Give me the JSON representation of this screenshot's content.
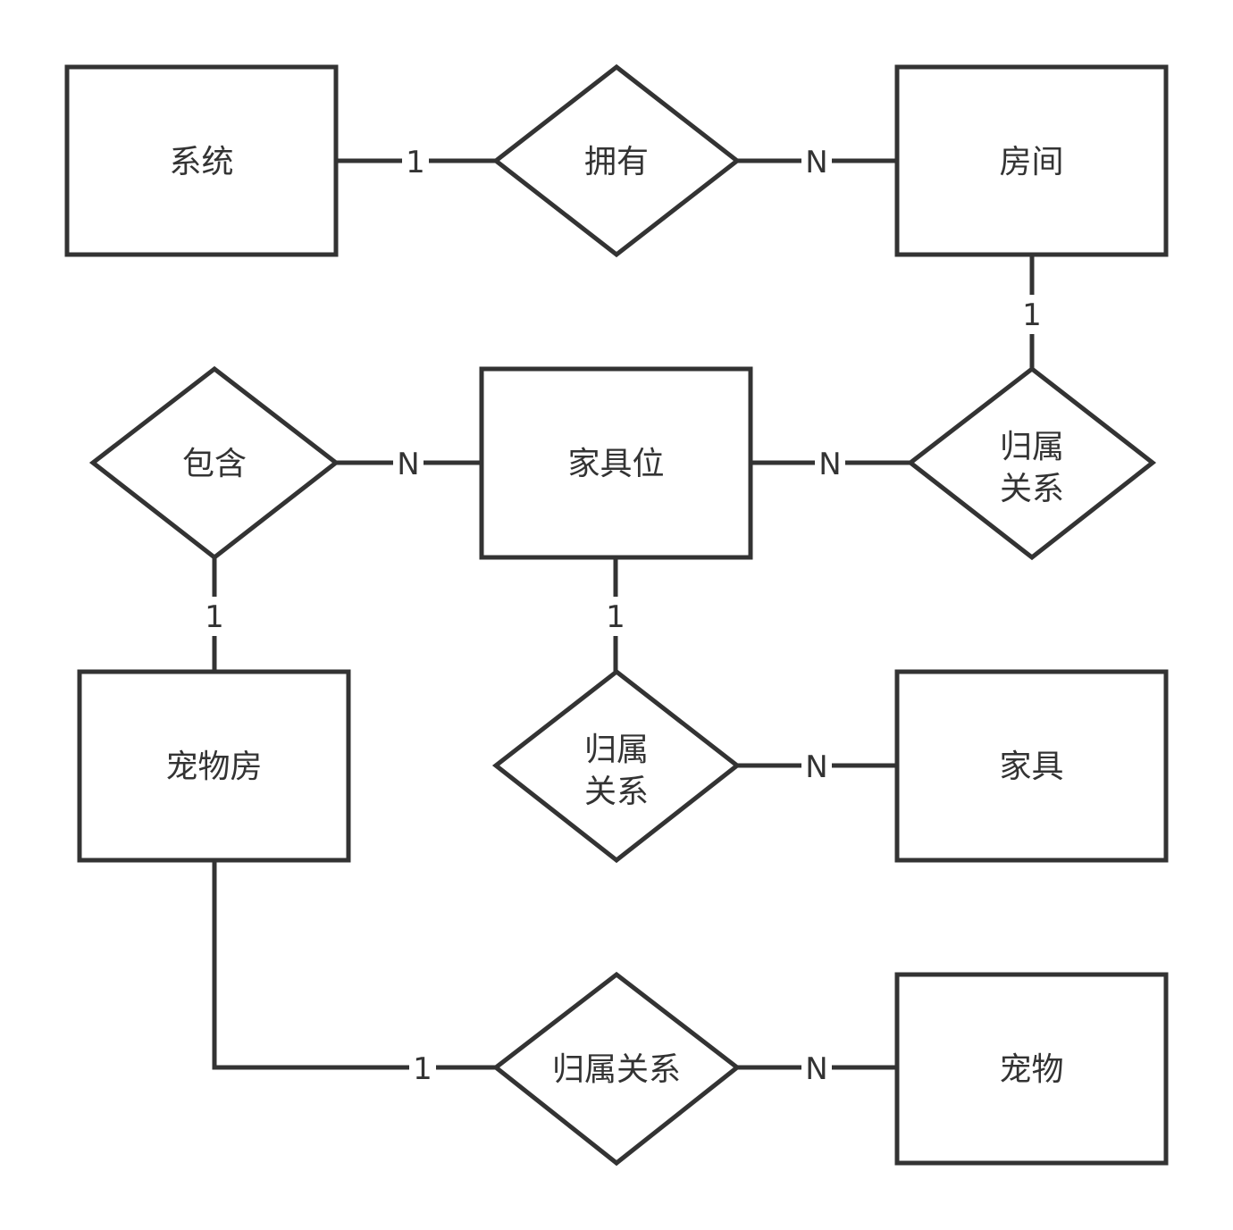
{
  "entities": {
    "system": "系统",
    "room": "房间",
    "furniture_slot": "家具位",
    "pet_room": "宠物房",
    "furniture": "家具",
    "pet": "宠物"
  },
  "relationships": {
    "has": "拥有",
    "contains": "包含",
    "belongs_room_line1": "归属",
    "belongs_room_line2": "关系",
    "belongs_furniture_line1": "归属",
    "belongs_furniture_line2": "关系",
    "belongs_pet": "归属关系"
  },
  "cardinalities": {
    "system_has": "1",
    "has_room": "N",
    "room_belongs": "1",
    "slot_belongs_room": "N",
    "contains_slot": "N",
    "contains_petroom": "1",
    "slot_belongs_furniture": "1",
    "belongs_furniture": "N",
    "petroom_belongs": "1",
    "belongs_pet": "N"
  }
}
